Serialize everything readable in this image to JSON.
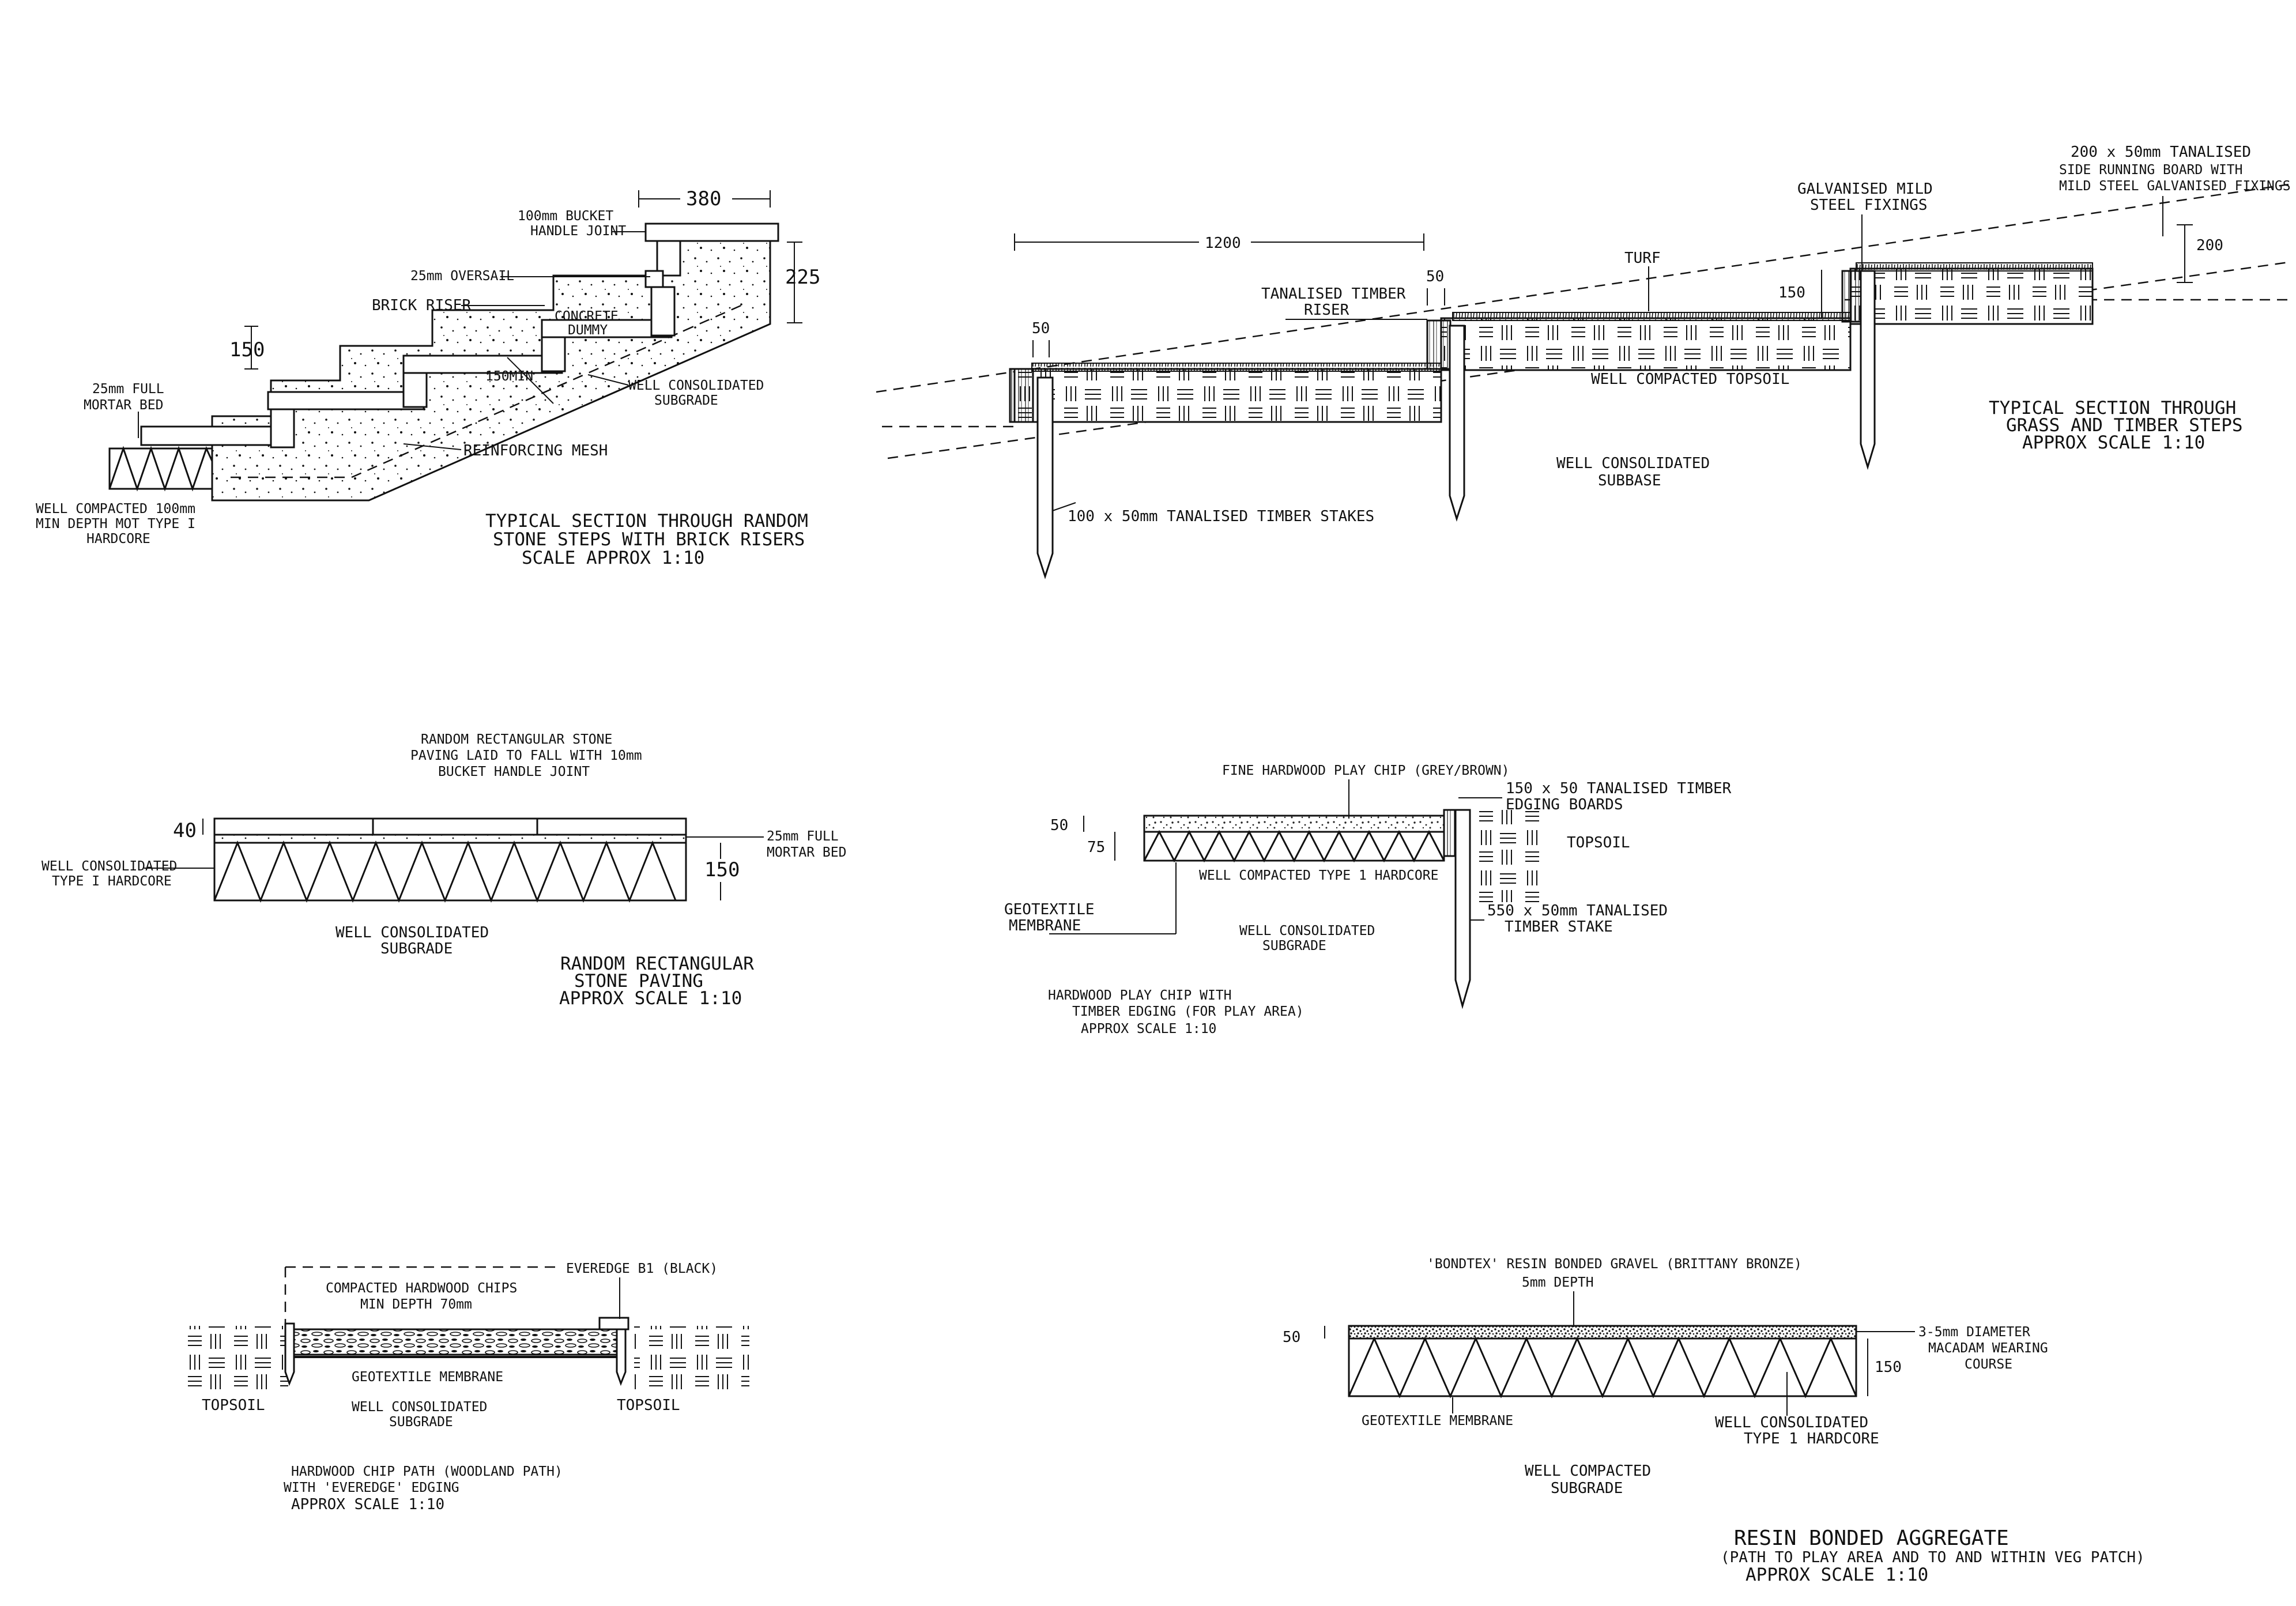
{
  "stone_steps": {
    "title_1": "TYPICAL SECTION THROUGH RANDOM",
    "title_2": "STONE STEPS WITH BRICK RISERS",
    "title_3": "SCALE APPROX 1:10",
    "dim_380": "380",
    "dim_225": "225",
    "dim_150": "150",
    "dim_150min": "150MIN",
    "label_bucket_1": "100mm BUCKET",
    "label_bucket_2": "HANDLE JOINT",
    "label_oversail": "25mm OVERSAIL",
    "label_brick_riser": "BRICK RISER",
    "label_concrete_1": "CONCRETE",
    "label_concrete_2": "DUMMY",
    "label_mortar_1": "25mm FULL",
    "label_mortar_2": "MORTAR BED",
    "label_subgrade_1": "WELL CONSOLIDATED",
    "label_subgrade_2": "SUBGRADE",
    "label_mesh": "REINFORCING MESH",
    "label_hardcore_1": "WELL COMPACTED 100mm",
    "label_hardcore_2": "MIN DEPTH MOT TYPE I",
    "label_hardcore_3": "HARDCORE"
  },
  "timber_steps": {
    "title_1": "TYPICAL SECTION THROUGH",
    "title_2": "GRASS AND TIMBER STEPS",
    "title_3": "APPROX SCALE 1:10",
    "dim_1200": "1200",
    "dim_50a": "50",
    "dim_50b": "50",
    "dim_150": "150",
    "dim_200": "200",
    "label_board_1": "200 x 50mm TANALISED",
    "label_board_2": "SIDE RUNNING BOARD WITH",
    "label_board_3": "MILD STEEL GALVANISED FIXINGS",
    "label_fixings_1": "GALVANISED MILD",
    "label_fixings_2": "STEEL FIXINGS",
    "label_turf": "TURF",
    "label_riser_1": "TANALISED TIMBER",
    "label_riser_2": "RISER",
    "label_topsoil": "WELL COMPACTED TOPSOIL",
    "label_subbase_1": "WELL CONSOLIDATED",
    "label_subbase_2": "SUBBASE",
    "label_stakes": "100 x 50mm TANALISED TIMBER STAKES"
  },
  "stone_paving": {
    "title_1": "RANDOM RECTANGULAR",
    "title_2": "STONE PAVING",
    "title_3": "APPROX SCALE 1:10",
    "top_1": "RANDOM RECTANGULAR STONE",
    "top_2": "PAVING LAID TO FALL WITH 10mm",
    "top_3": "BUCKET HANDLE JOINT",
    "dim_40": "40",
    "dim_150": "150",
    "label_mortar_1": "25mm FULL",
    "label_mortar_2": "MORTAR BED",
    "label_hardcore_1": "WELL CONSOLIDATED",
    "label_hardcore_2": "TYPE I HARDCORE",
    "label_subgrade_1": "WELL CONSOLIDATED",
    "label_subgrade_2": "SUBGRADE"
  },
  "play_chip": {
    "title_1": "HARDWOOD PLAY CHIP WITH",
    "title_2": "TIMBER EDGING (FOR PLAY AREA)",
    "title_3": "APPROX SCALE 1:10",
    "label_chip": "FINE HARDWOOD PLAY CHIP (GREY/BROWN)",
    "label_edging_1": "150 x 50 TANALISED TIMBER",
    "label_edging_2": "EDGING BOARDS",
    "label_topsoil": "TOPSOIL",
    "dim_50": "50",
    "dim_75": "75",
    "label_hardcore": "WELL COMPACTED TYPE 1 HARDCORE",
    "label_geo_1": "GEOTEXTILE",
    "label_geo_2": "MEMBRANE",
    "label_subgrade_1": "WELL CONSOLIDATED",
    "label_subgrade_2": "SUBGRADE",
    "label_stake_1": "550 x 50mm TANALISED",
    "label_stake_2": "TIMBER STAKE"
  },
  "chip_path": {
    "title_1": "HARDWOOD CHIP PATH (WOODLAND PATH)",
    "title_2": "WITH 'EVEREDGE' EDGING",
    "title_3": "APPROX SCALE 1:10",
    "label_chips_1": "COMPACTED HARDWOOD CHIPS",
    "label_chips_2": "MIN DEPTH 70mm",
    "label_everedge": "EVEREDGE B1 (BLACK)",
    "label_geo": "GEOTEXTILE MEMBRANE",
    "label_subgrade_1": "WELL CONSOLIDATED",
    "label_subgrade_2": "SUBGRADE",
    "label_topsoil_l": "TOPSOIL",
    "label_topsoil_r": "TOPSOIL"
  },
  "resin_path": {
    "title_1": "RESIN BONDED AGGREGATE",
    "title_2": "(PATH TO PLAY AREA AND TO AND WITHIN VEG PATCH)",
    "title_3": "APPROX SCALE 1:10",
    "top_1": "'BONDTEX' RESIN BONDED GRAVEL (BRITTANY BRONZE)",
    "top_2": "5mm DEPTH",
    "dim_50": "50",
    "dim_150": "150",
    "label_macadam_1": "3-5mm DIAMETER",
    "label_macadam_2": "MACADAM WEARING",
    "label_macadam_3": "COURSE",
    "label_geo": "GEOTEXTILE MEMBRANE",
    "label_hardcore_1": "WELL CONSOLIDATED",
    "label_hardcore_2": "TYPE 1 HARDCORE",
    "label_subgrade_1": "WELL COMPACTED",
    "label_subgrade_2": "SUBGRADE"
  }
}
